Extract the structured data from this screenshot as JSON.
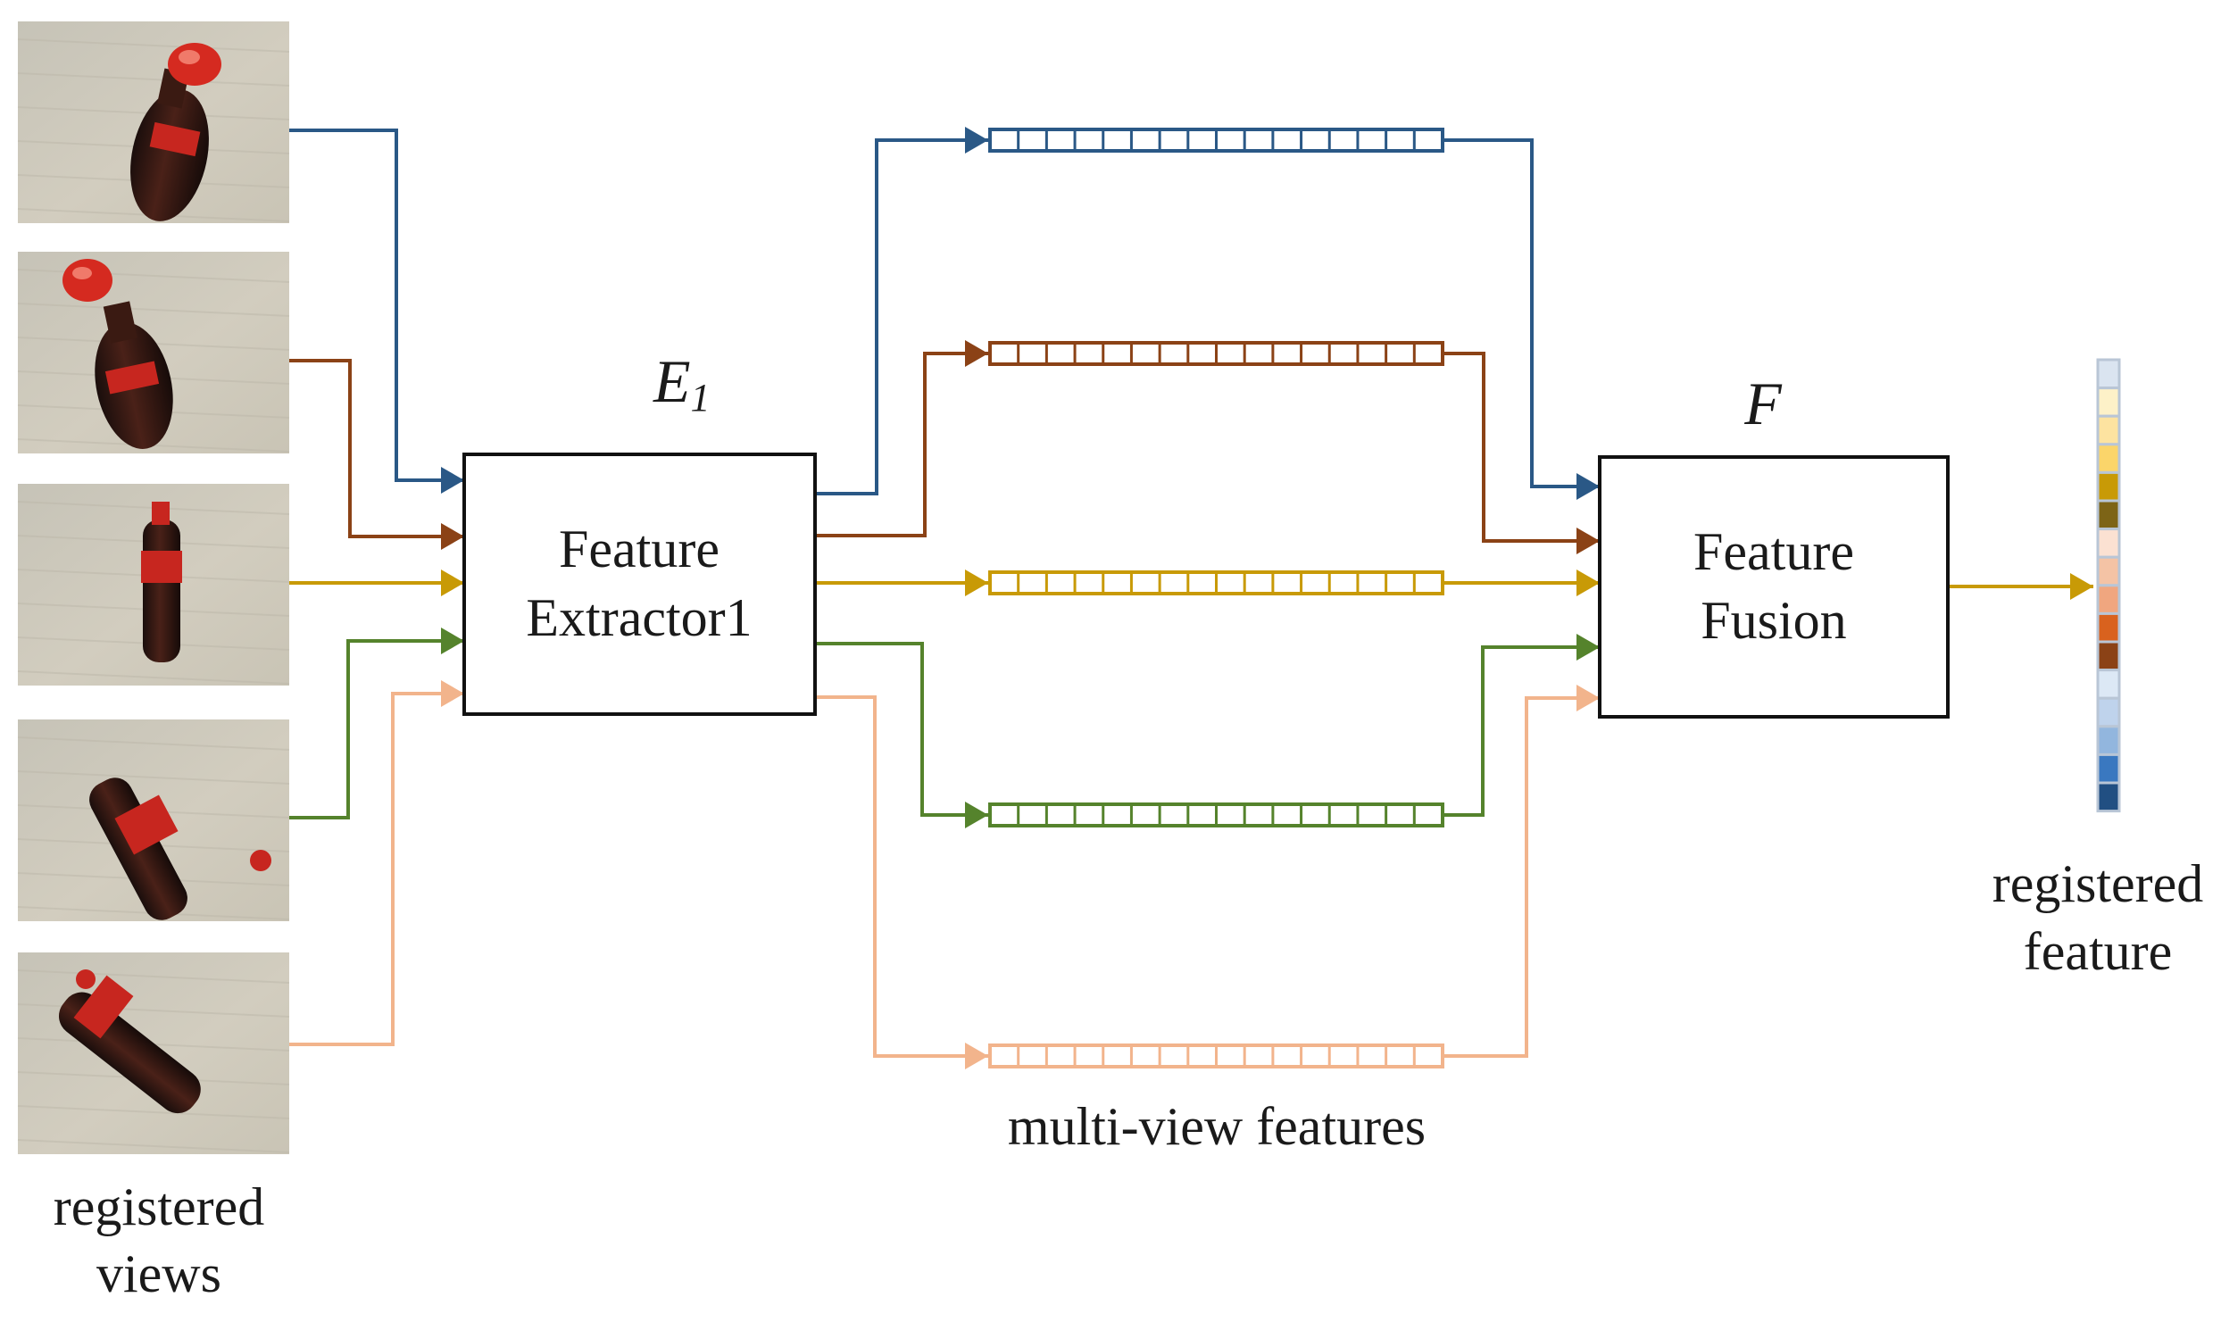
{
  "encoder": {
    "symbol": "E",
    "symbol_sub": "1",
    "label_line1": "Feature",
    "label_line2": "Extractor1"
  },
  "fusion": {
    "symbol": "F",
    "label_line1": "Feature",
    "label_line2": "Fusion"
  },
  "views": {
    "caption_line1": "registered",
    "caption_line2": "views",
    "items": [
      {
        "pose": "upright bottle viewed from above"
      },
      {
        "pose": "upright bottle tilted left"
      },
      {
        "pose": "bottle lying vertical"
      },
      {
        "pose": "bottle lying diagonal"
      },
      {
        "pose": "bottle lying diagonal, cap at upper left"
      }
    ]
  },
  "features": {
    "caption": "multi-view features",
    "branches": [
      {
        "color": "#2a5886"
      },
      {
        "color": "#8b4216"
      },
      {
        "color": "#c89a06"
      },
      {
        "color": "#55832c"
      },
      {
        "color": "#f2b48c"
      }
    ]
  },
  "output": {
    "caption_line1": "registered",
    "caption_line2": "feature",
    "color": "#c89a06",
    "cells": [
      "#dae4f0",
      "#fdf1c8",
      "#fde3a0",
      "#fbd56a",
      "#c89a06",
      "#7d6416",
      "#fbe1d2",
      "#f4c3a5",
      "#f0a67f",
      "#d9621e",
      "#8b4216",
      "#dce8f5",
      "#bfd3ec",
      "#92b6de",
      "#3a78c0",
      "#214f82"
    ]
  }
}
